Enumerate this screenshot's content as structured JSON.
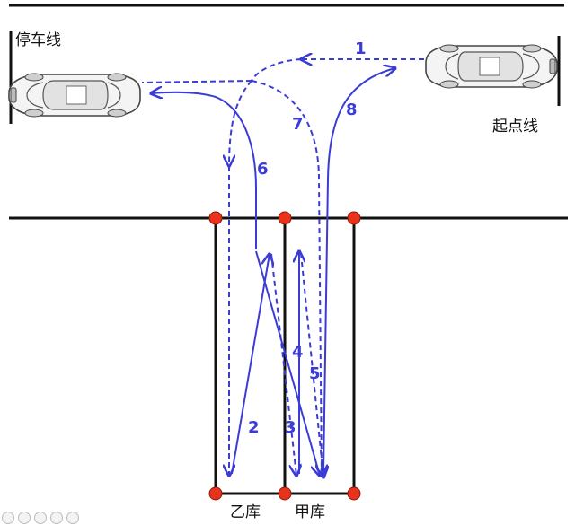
{
  "labels": {
    "stop_line": "停车线",
    "start_line": "起点线",
    "garage_b": "乙库",
    "garage_a": "甲库"
  },
  "steps": [
    "1",
    "2",
    "3",
    "4",
    "5",
    "6",
    "7",
    "8"
  ],
  "colors": {
    "path": "#3b3bd6",
    "line": "#111111",
    "post": "#e8321c"
  }
}
